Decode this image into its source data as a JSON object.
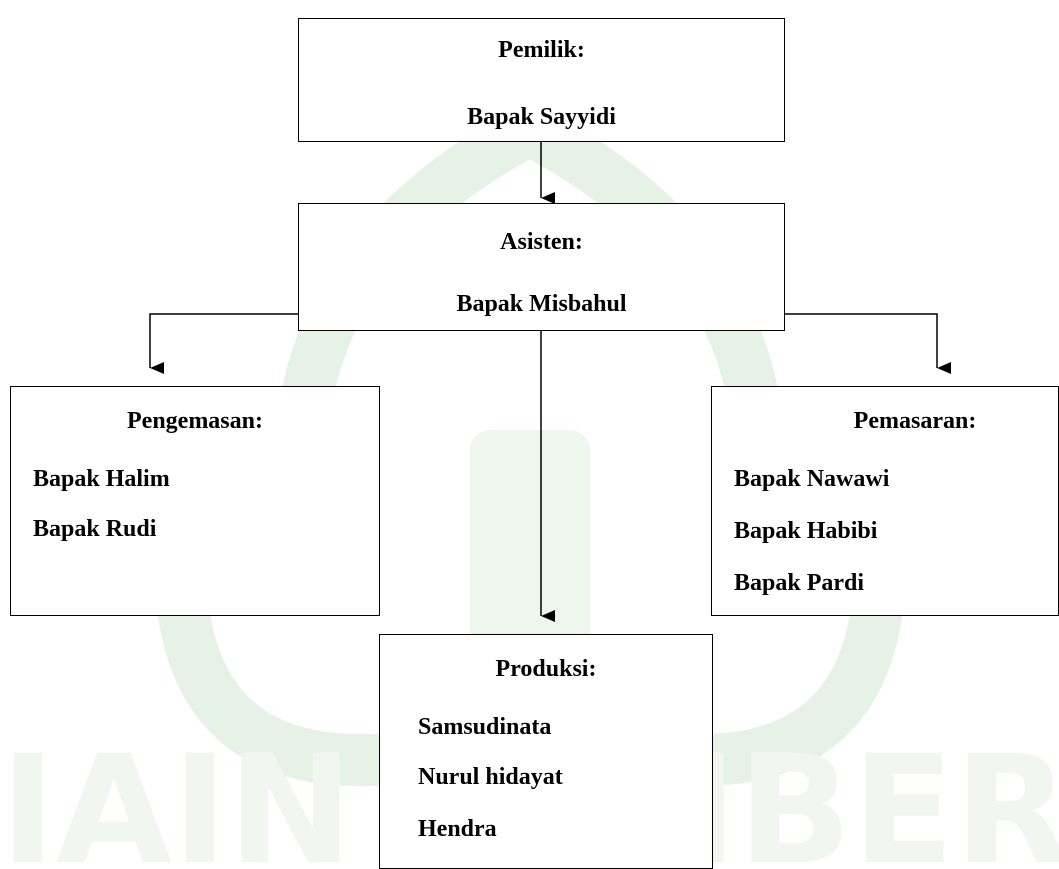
{
  "owner": {
    "role": "Pemilik:",
    "name": "Bapak Sayyidi"
  },
  "assistant": {
    "role": "Asisten:",
    "name": "Bapak Misbahul"
  },
  "packaging": {
    "role": "Pengemasan:",
    "members": [
      "Bapak Halim",
      "Bapak Rudi"
    ]
  },
  "marketing": {
    "role": "Pemasaran:",
    "members": [
      "Bapak Nawawi",
      "Bapak Habibi",
      "Bapak Pardi"
    ]
  },
  "production": {
    "role": "Produksi:",
    "members": [
      "Samsudinata",
      "Nurul hidayat",
      "Hendra"
    ]
  },
  "watermark": {
    "text": "IAIN JEMBER",
    "color": "#e4f1e4"
  },
  "colors": {
    "line": "#000000",
    "box_border": "#000000"
  }
}
